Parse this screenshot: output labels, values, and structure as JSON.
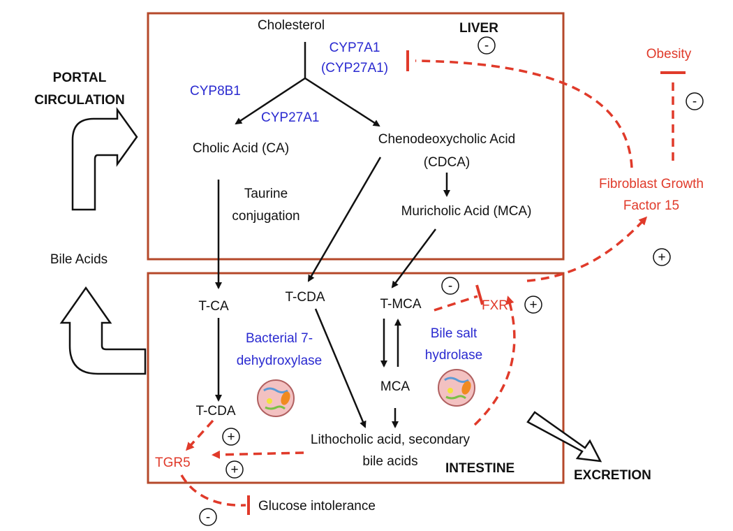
{
  "regions": {
    "liver": "LIVER",
    "intestine": "INTESTINE",
    "portal_line1": "PORTAL",
    "portal_line2": "CIRCULATION",
    "excretion": "EXCRETION"
  },
  "liver": {
    "cholesterol": "Cholesterol",
    "cyp7a1": "CYP7A1",
    "cyp27a1_paren": "(CYP27A1)",
    "cyp8b1": "CYP8B1",
    "cyp27a1": "CYP27A1",
    "cholic_acid": "Cholic Acid (CA)",
    "cdca_line1": "Chenodeoxycholic Acid",
    "cdca_line2": "(CDCA)",
    "taurine_line1": "Taurine",
    "taurine_line2": "conjugation",
    "mca": "Muricholic Acid (MCA)"
  },
  "intestine": {
    "tca": "T-CA",
    "tcda_top": "T-CDA",
    "tmca": "T-MCA",
    "fxr": "FXR",
    "bacterial_line1": "Bacterial 7-",
    "bacterial_line2": "dehydroxylase",
    "bsh_line1": "Bile salt",
    "bsh_line2": "hydrolase",
    "mca": "MCA",
    "tcda_bottom": "T-CDA",
    "tgr5": "TGR5",
    "litho_line1": "Lithocholic acid, secondary",
    "litho_line2": "bile acids"
  },
  "external": {
    "bile_acids": "Bile Acids",
    "obesity": "Obesity",
    "fgf_line1": "Fibroblast Growth",
    "fgf_line2": "Factor 15",
    "glucose": "Glucose intolerance"
  },
  "signs": {
    "plus": "+",
    "minus": "-"
  },
  "colors": {
    "box_border": "#b5482a",
    "enzyme_blue": "#2a2ad0",
    "inhibit_red": "#e03a2a",
    "text": "#111111"
  }
}
